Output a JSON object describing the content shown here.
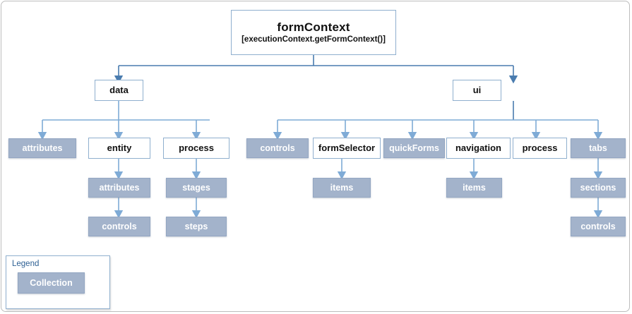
{
  "diagram": {
    "title": "formContext",
    "subtitle": "[executionContext.getFormContext()]",
    "root": {
      "label": "formContext",
      "sub": "[executionContext.getFormContext()]",
      "style": "plain"
    },
    "level2": [
      {
        "label": "data",
        "style": "plain"
      },
      {
        "label": "ui",
        "style": "plain"
      }
    ],
    "data_children": [
      {
        "label": "attributes",
        "style": "collection"
      },
      {
        "label": "entity",
        "style": "plain"
      },
      {
        "label": "process",
        "style": "plain"
      }
    ],
    "ui_children": [
      {
        "label": "controls",
        "style": "collection"
      },
      {
        "label": "formSelector",
        "style": "plain"
      },
      {
        "label": "quickForms",
        "style": "collection"
      },
      {
        "label": "navigation",
        "style": "plain"
      },
      {
        "label": "process",
        "style": "plain"
      },
      {
        "label": "tabs",
        "style": "collection"
      }
    ],
    "entity_children": [
      {
        "label": "attributes",
        "style": "collection"
      },
      {
        "label": "controls",
        "style": "collection"
      }
    ],
    "process_children": [
      {
        "label": "stages",
        "style": "collection"
      },
      {
        "label": "steps",
        "style": "collection"
      }
    ],
    "formselector_children": [
      {
        "label": "items",
        "style": "collection"
      }
    ],
    "navigation_children": [
      {
        "label": "items",
        "style": "collection"
      }
    ],
    "tabs_children": [
      {
        "label": "sections",
        "style": "collection"
      },
      {
        "label": "controls",
        "style": "collection"
      }
    ]
  },
  "legend": {
    "title": "Legend",
    "items": [
      {
        "label": "Collection",
        "style": "collection"
      }
    ]
  },
  "colors": {
    "collection_fill": "#A3B3CB",
    "collection_border": "#93A6C2",
    "node_border": "#8FAFCE",
    "connector": "#7FABD6",
    "connector_dark": "#3F6FA3",
    "legend_text": "#2E6094",
    "frame_border": "#bdbdbd",
    "background": "#ffffff"
  }
}
